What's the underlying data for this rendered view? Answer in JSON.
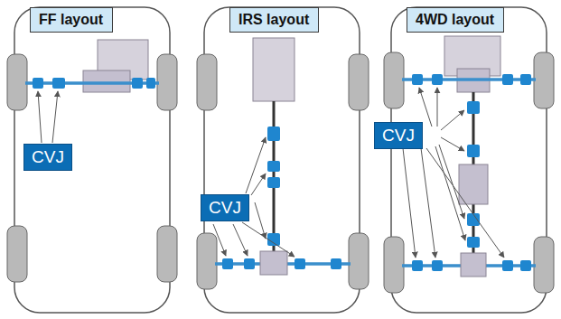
{
  "diagram": {
    "nodes": [
      {
        "text": [
          "FF layout"
        ]
      },
      {
        "text": [
          "IRS layout"
        ]
      },
      {
        "text": [
          "4WD layout"
        ]
      },
      {
        "text": [
          "CVJ"
        ]
      },
      {
        "text": [
          "CVJ"
        ]
      },
      {
        "text": [
          "CVJ"
        ]
      }
    ]
  }
}
